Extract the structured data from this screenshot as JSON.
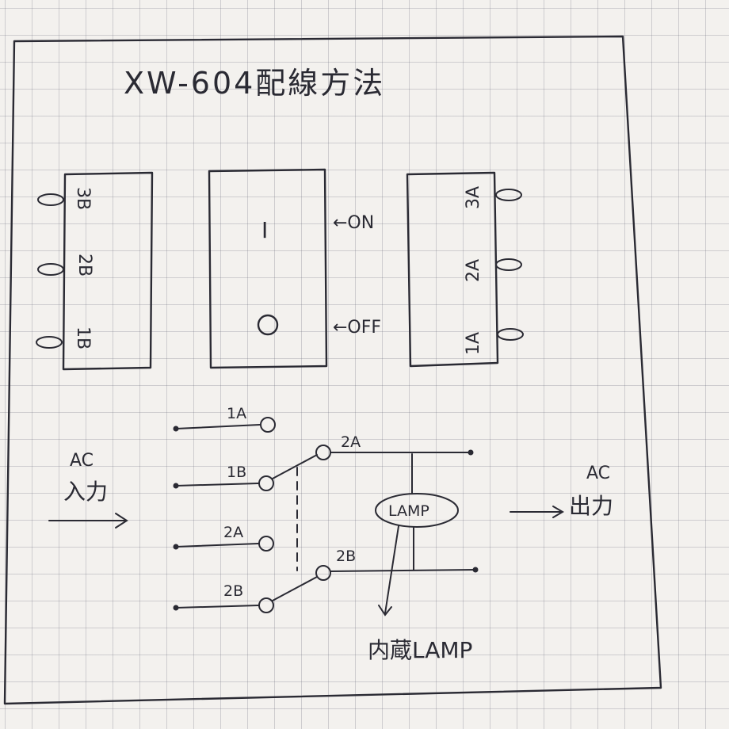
{
  "title": "XW-604配線方法",
  "left_switch": {
    "pins": [
      "3B",
      "2B",
      "1B"
    ]
  },
  "center_switch": {
    "on_symbol": "I",
    "off_symbol": "O",
    "on_label": "←ON",
    "off_label": "←OFF"
  },
  "right_switch": {
    "pins": [
      "3A",
      "2A",
      "1A"
    ]
  },
  "circuit": {
    "terminals": [
      "1A",
      "1B",
      "2A",
      "2B"
    ],
    "switch_labels": [
      "2A",
      "2B"
    ],
    "lamp": "LAMP",
    "internal_lamp": "内蔵LAMP",
    "ac_input_top": "AC",
    "ac_input_bottom": "入力",
    "ac_output_top": "AC",
    "ac_output_bottom": "出力"
  }
}
